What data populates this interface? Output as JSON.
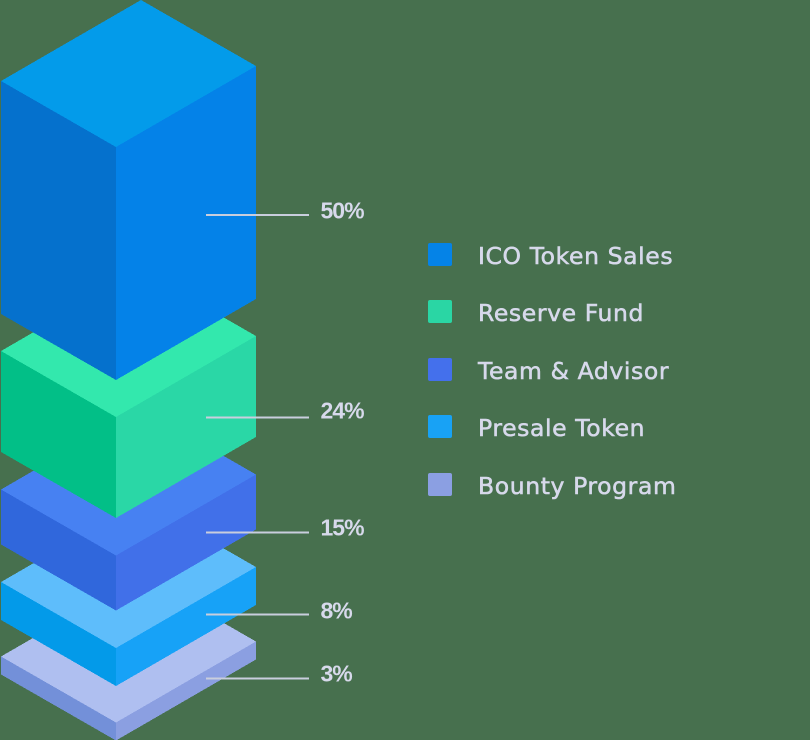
{
  "background_color": "#47704e",
  "text_color": "#d7d9eb",
  "line_color": "#c9cedd",
  "chart_data": {
    "type": "isometric-stacked-3d-bar",
    "title": "",
    "categories": [
      "ICO Token Sales",
      "Reserve Fund",
      "Team & Advisor",
      "Presale Token",
      "Bounty Program"
    ],
    "values": [
      50,
      24,
      15,
      8,
      3
    ],
    "series": [
      {
        "label": "ICO Token Sales",
        "value": 50,
        "pct": "50%",
        "colors": {
          "top": "#039bea",
          "left": "#0571cd",
          "right": "#0482e8"
        }
      },
      {
        "label": "Reserve Fund",
        "value": 24,
        "pct": "24%",
        "colors": {
          "top": "#33e8ad",
          "left": "#02bf87",
          "right": "#2ad7a6"
        }
      },
      {
        "label": "Team & Advisor",
        "value": 15,
        "pct": "15%",
        "colors": {
          "top": "#4781f2",
          "left": "#3067dc",
          "right": "#4170e9"
        }
      },
      {
        "label": "Presale Token",
        "value": 8,
        "pct": "8%",
        "colors": {
          "top": "#5ebdfb",
          "left": "#039ae9",
          "right": "#17a2f7"
        }
      },
      {
        "label": "Bounty Program",
        "value": 3,
        "pct": "3%",
        "colors": {
          "top": "#afbff0",
          "left": "#7390d9",
          "right": "#8b9fe1"
        }
      }
    ],
    "legend_position": "right",
    "annotations": [
      "50%",
      "24%",
      "15%",
      "8%",
      "3%"
    ]
  },
  "legend": {
    "items": [
      {
        "label": "ICO Token Sales",
        "color": "#0583e7"
      },
      {
        "label": "Reserve Fund",
        "color": "#2ad6a4"
      },
      {
        "label": "Team & Advisor",
        "color": "#4470ec"
      },
      {
        "label": "Presale Token",
        "color": "#18a2f5"
      },
      {
        "label": "Bounty Program",
        "color": "#8b9fe2"
      }
    ]
  }
}
